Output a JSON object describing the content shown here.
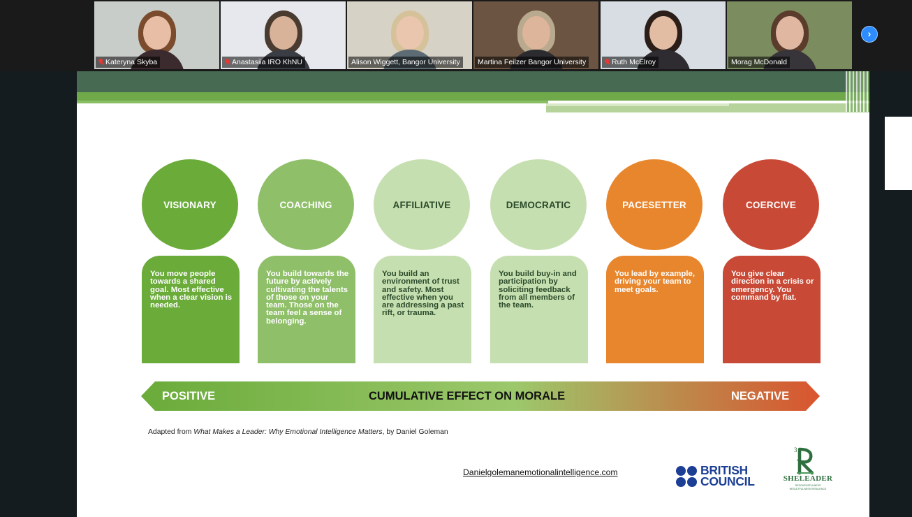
{
  "participants": [
    {
      "name": "Kateryna Skyba",
      "muted": true,
      "bg": "#c9cdc9",
      "hair": "#7a4b2c",
      "skin": "#e8bfa6",
      "shirt": "#3b2a2e"
    },
    {
      "name": "Anastasiia IRO KhNU",
      "muted": true,
      "bg": "#e6e8ee",
      "hair": "#4a3b30",
      "skin": "#d9b29a",
      "shirt": "#3b3d44"
    },
    {
      "name": "Alison Wiggett, Bangor University",
      "muted": false,
      "bg": "#d7d2c6",
      "hair": "#d6c29a",
      "skin": "#e9c6ad",
      "shirt": "#5c6b74"
    },
    {
      "name": "Martina Feilzer Bangor University",
      "muted": false,
      "active": true,
      "bg": "#6b5441",
      "hair": "#b9a98e",
      "skin": "#dcb59b",
      "shirt": "#2c2c30"
    },
    {
      "name": "Ruth McElroy",
      "muted": true,
      "bg": "#d8dde3",
      "hair": "#2b1e18",
      "skin": "#e3bca4",
      "shirt": "#2e2c31"
    },
    {
      "name": "Morag McDonald",
      "muted": false,
      "bg": "#7b8c5f",
      "hair": "#5a3b2c",
      "skin": "#e0b7a1",
      "shirt": "#38353a"
    }
  ],
  "styles": [
    {
      "title": "VISIONARY",
      "circle_color": "#6aab3a",
      "card_color": "#6aab3a",
      "text_color": "#ffffff",
      "description": "You move people towards a shared goal. Most effective when a clear vision is needed."
    },
    {
      "title": "COACHING",
      "circle_color": "#8fbf69",
      "card_color": "#8fbf69",
      "text_color": "#ffffff",
      "description": "You build towards the future by actively cultivating the talents of those on your team. Those on the team feel a sense of belonging."
    },
    {
      "title": "AFFILIATIVE",
      "circle_color": "#c6dfb0",
      "card_color": "#c6dfb0",
      "text_color": "#2a4a2a",
      "description": "You build an environment of trust and safety. Most effective when you are addressing a past rift, or trauma."
    },
    {
      "title": "DEMOCRATIC",
      "circle_color": "#c6dfb0",
      "card_color": "#c6dfb0",
      "text_color": "#2a4a2a",
      "description": "You build buy-in and participation by soliciting feedback from all members of the team."
    },
    {
      "title": "PACESETTER",
      "circle_color": "#e8862d",
      "card_color": "#e8862d",
      "text_color": "#ffffff",
      "description": "You lead by example, driving your team to meet goals."
    },
    {
      "title": "COERCIVE",
      "circle_color": "#c84a36",
      "card_color": "#c84a36",
      "text_color": "#ffffff",
      "description": "You give clear direction in a crisis or emergency. You command by fiat."
    }
  ],
  "morale_bar": {
    "left_label": "POSITIVE",
    "center_label": "CUMULATIVE EFFECT ON MORALE",
    "right_label": "NEGATIVE",
    "colors": {
      "start": "#6aab3a",
      "mid": "#9cc86c",
      "end": "#d9542f"
    }
  },
  "credit": {
    "prefix": "Adapted from ",
    "title": "What Makes a Leader: Why Emotional Intelligence Matters",
    "suffix": ", by Daniel Goleman"
  },
  "link": "Danielgolemanemotionalintelligence.com",
  "british_council": {
    "line1": "BRITISH",
    "line2": "COUNCIL"
  },
  "sheleader": {
    "name": "SHELEADER",
    "tagline": "RESOURCEFULNESS RESULTFULNESS RESILIENCE"
  }
}
